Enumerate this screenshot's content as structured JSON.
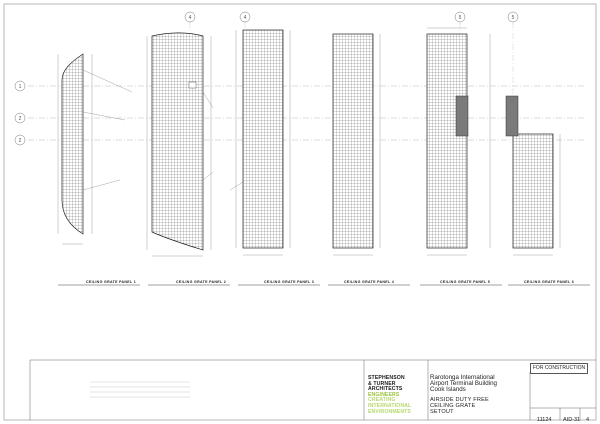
{
  "panels": [
    {
      "label": "CEILING GRATE PANEL 1"
    },
    {
      "label": "CEILING GRATE PANEL 2"
    },
    {
      "label": "CEILING GRATE PANEL 3"
    },
    {
      "label": "CEILING GRATE PANEL 4"
    },
    {
      "label": "CEILING GRATE PANEL 5"
    },
    {
      "label": "CEILING GRATE PANEL 6"
    }
  ],
  "grid_bubbles": [
    "4",
    "4",
    "5",
    "5"
  ],
  "side_bubbles": [
    "1",
    "2",
    "2"
  ],
  "title_block": {
    "status": "FOR CONSTRUCTION",
    "firm_lines": [
      "STEPHENSON",
      "& TURNER",
      "ARCHITECTS",
      "ENGINEERS",
      "CREATING",
      "INTERNATIONAL",
      "ENVIRONMENTS"
    ],
    "project_lines": [
      "Rarotonga International",
      "Airport Terminal Building",
      "Cook Islands"
    ],
    "drawing_title_lines": [
      "AIRSIDE DUTY FREE",
      "CEILING GRATE",
      "SETOUT"
    ],
    "job_number": "11124",
    "drawing_number": "AID-31",
    "revision": "4"
  }
}
